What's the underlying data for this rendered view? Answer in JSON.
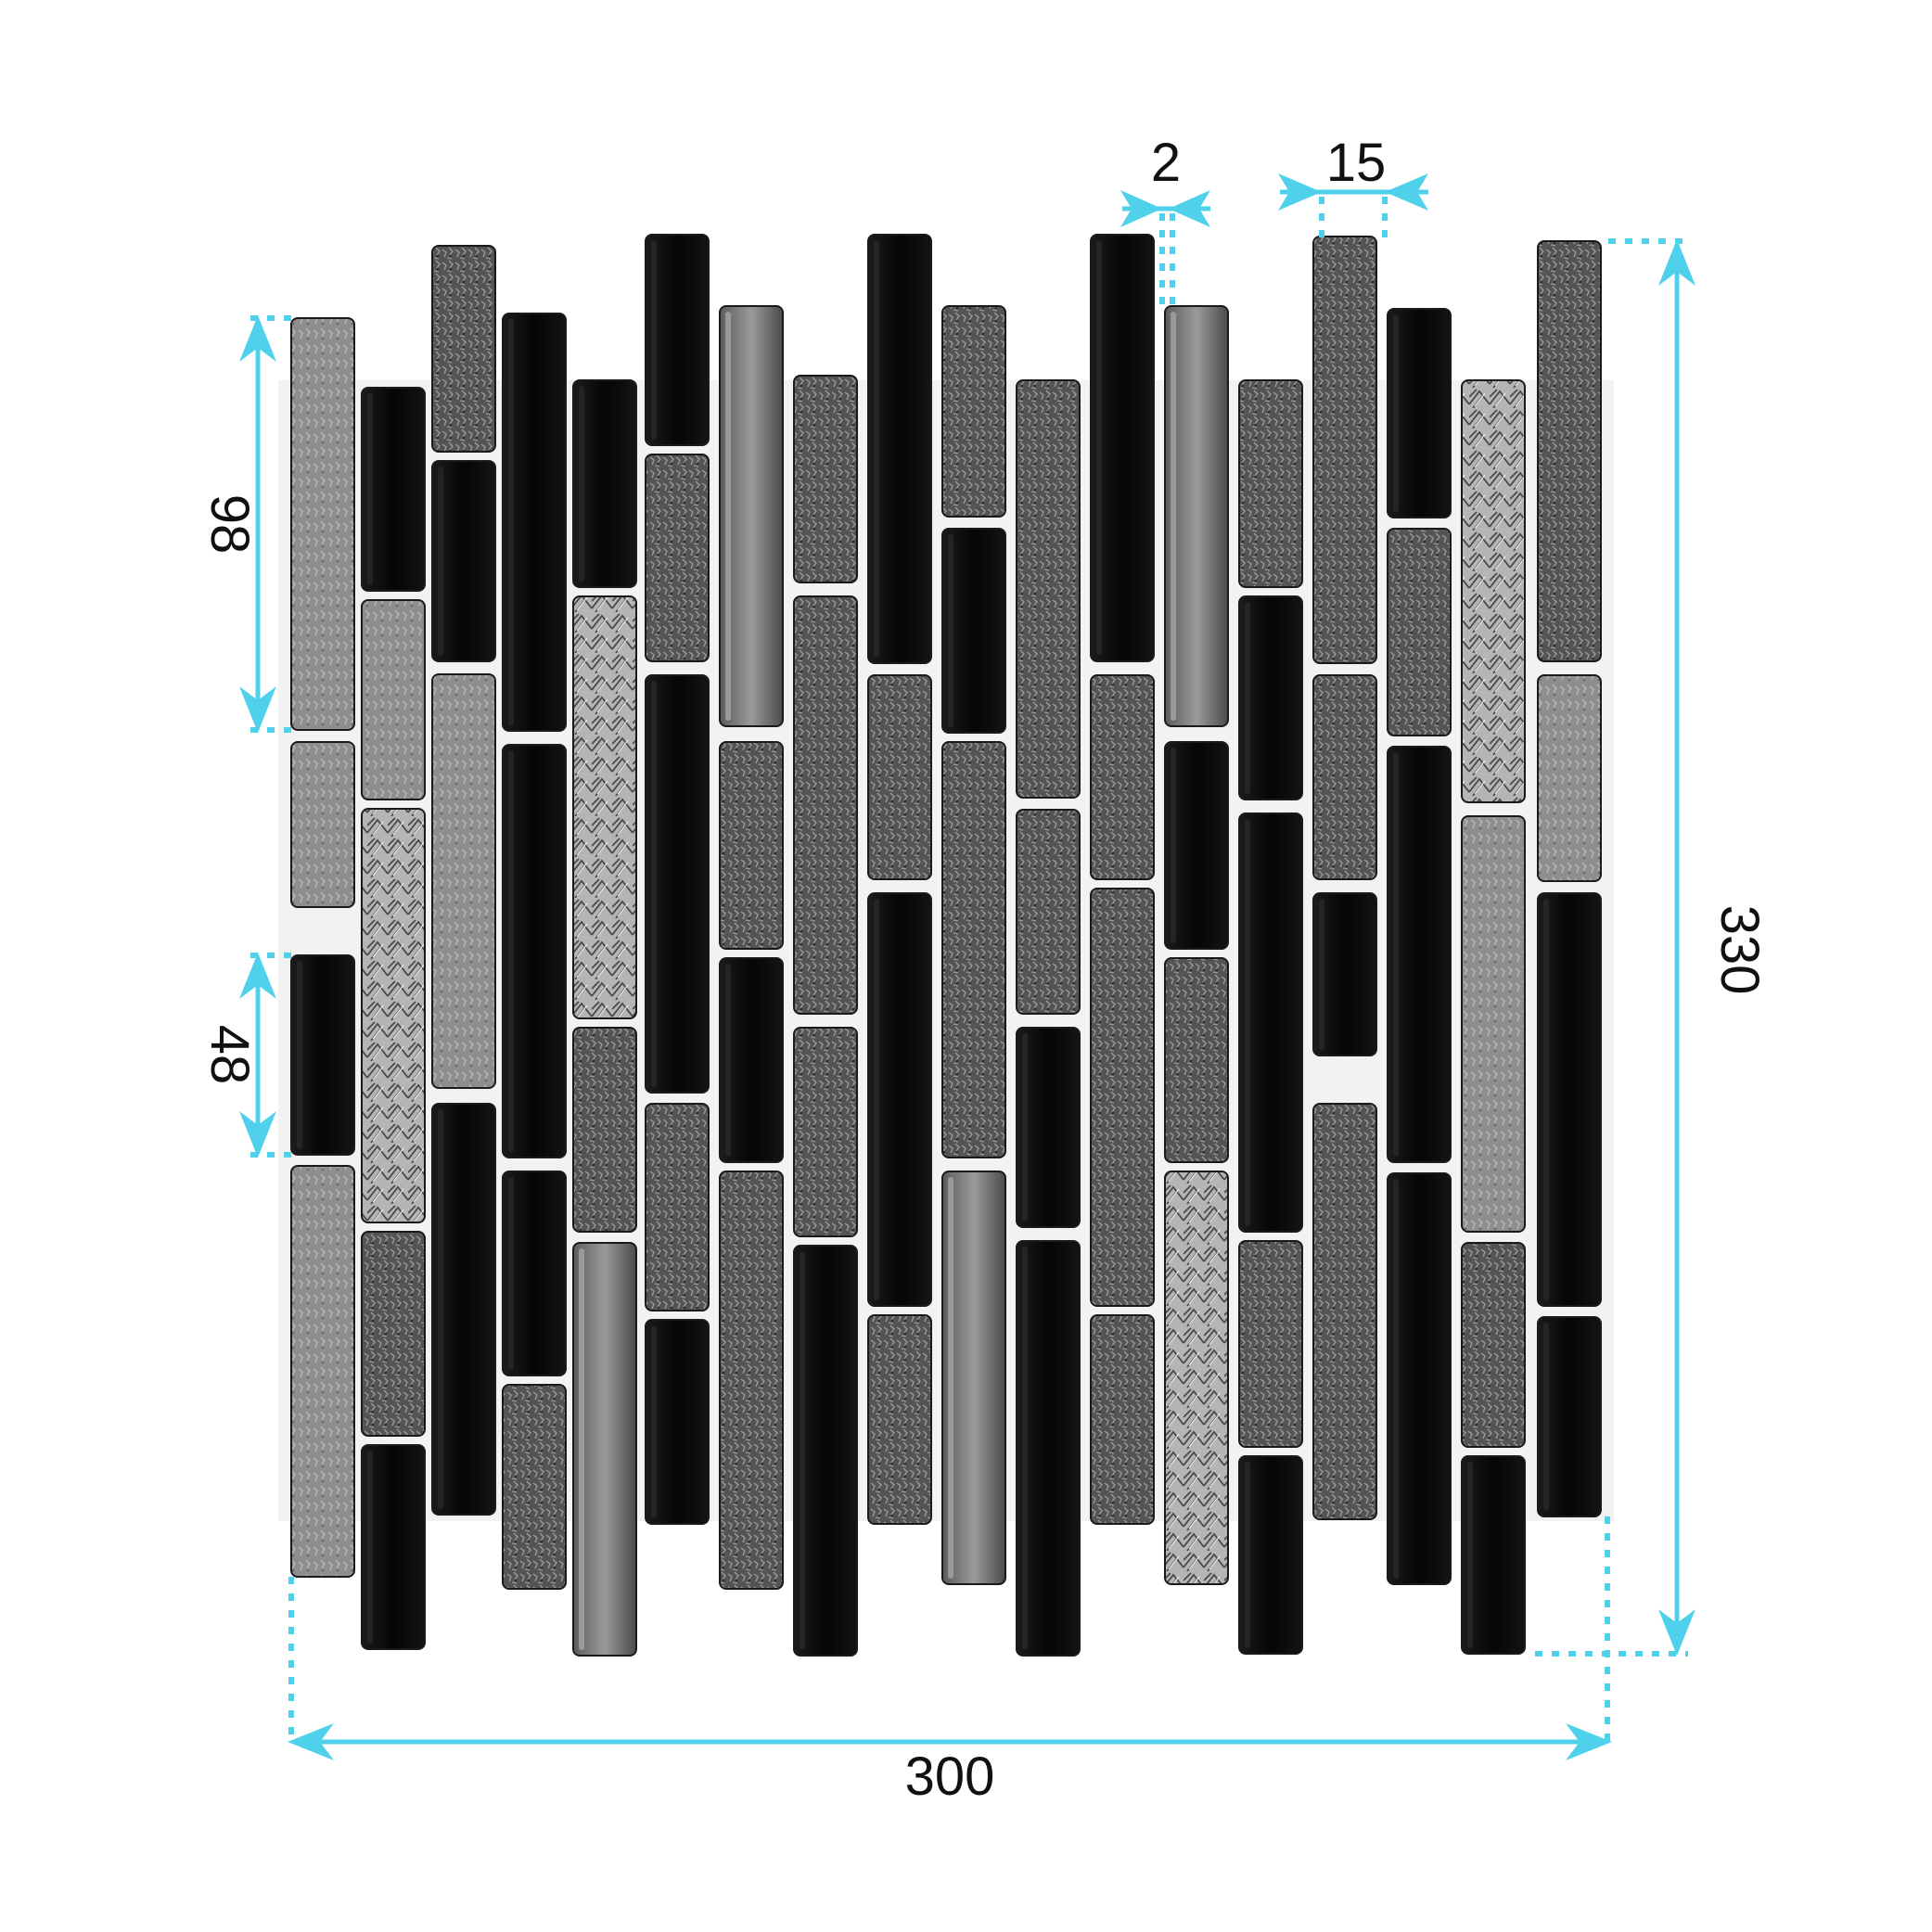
{
  "dimensions": {
    "width": "300",
    "height": "330",
    "strip_width": "15",
    "grout_gap": "2",
    "long_strip": "98",
    "short_strip": "48"
  },
  "colors": {
    "dimension_line": "#4fd1ec",
    "black_glass": "#0b0b0b",
    "textured_gray": "#5a5a5a",
    "light_gray": "#9a9a9a",
    "metallic": "#8c8c8c",
    "silver_pattern": "#c9c9c9",
    "grout": "#f2f2f2"
  },
  "tile_types": [
    "black-glass",
    "textured-gray",
    "light-gray",
    "metallic",
    "silver-pattern"
  ]
}
